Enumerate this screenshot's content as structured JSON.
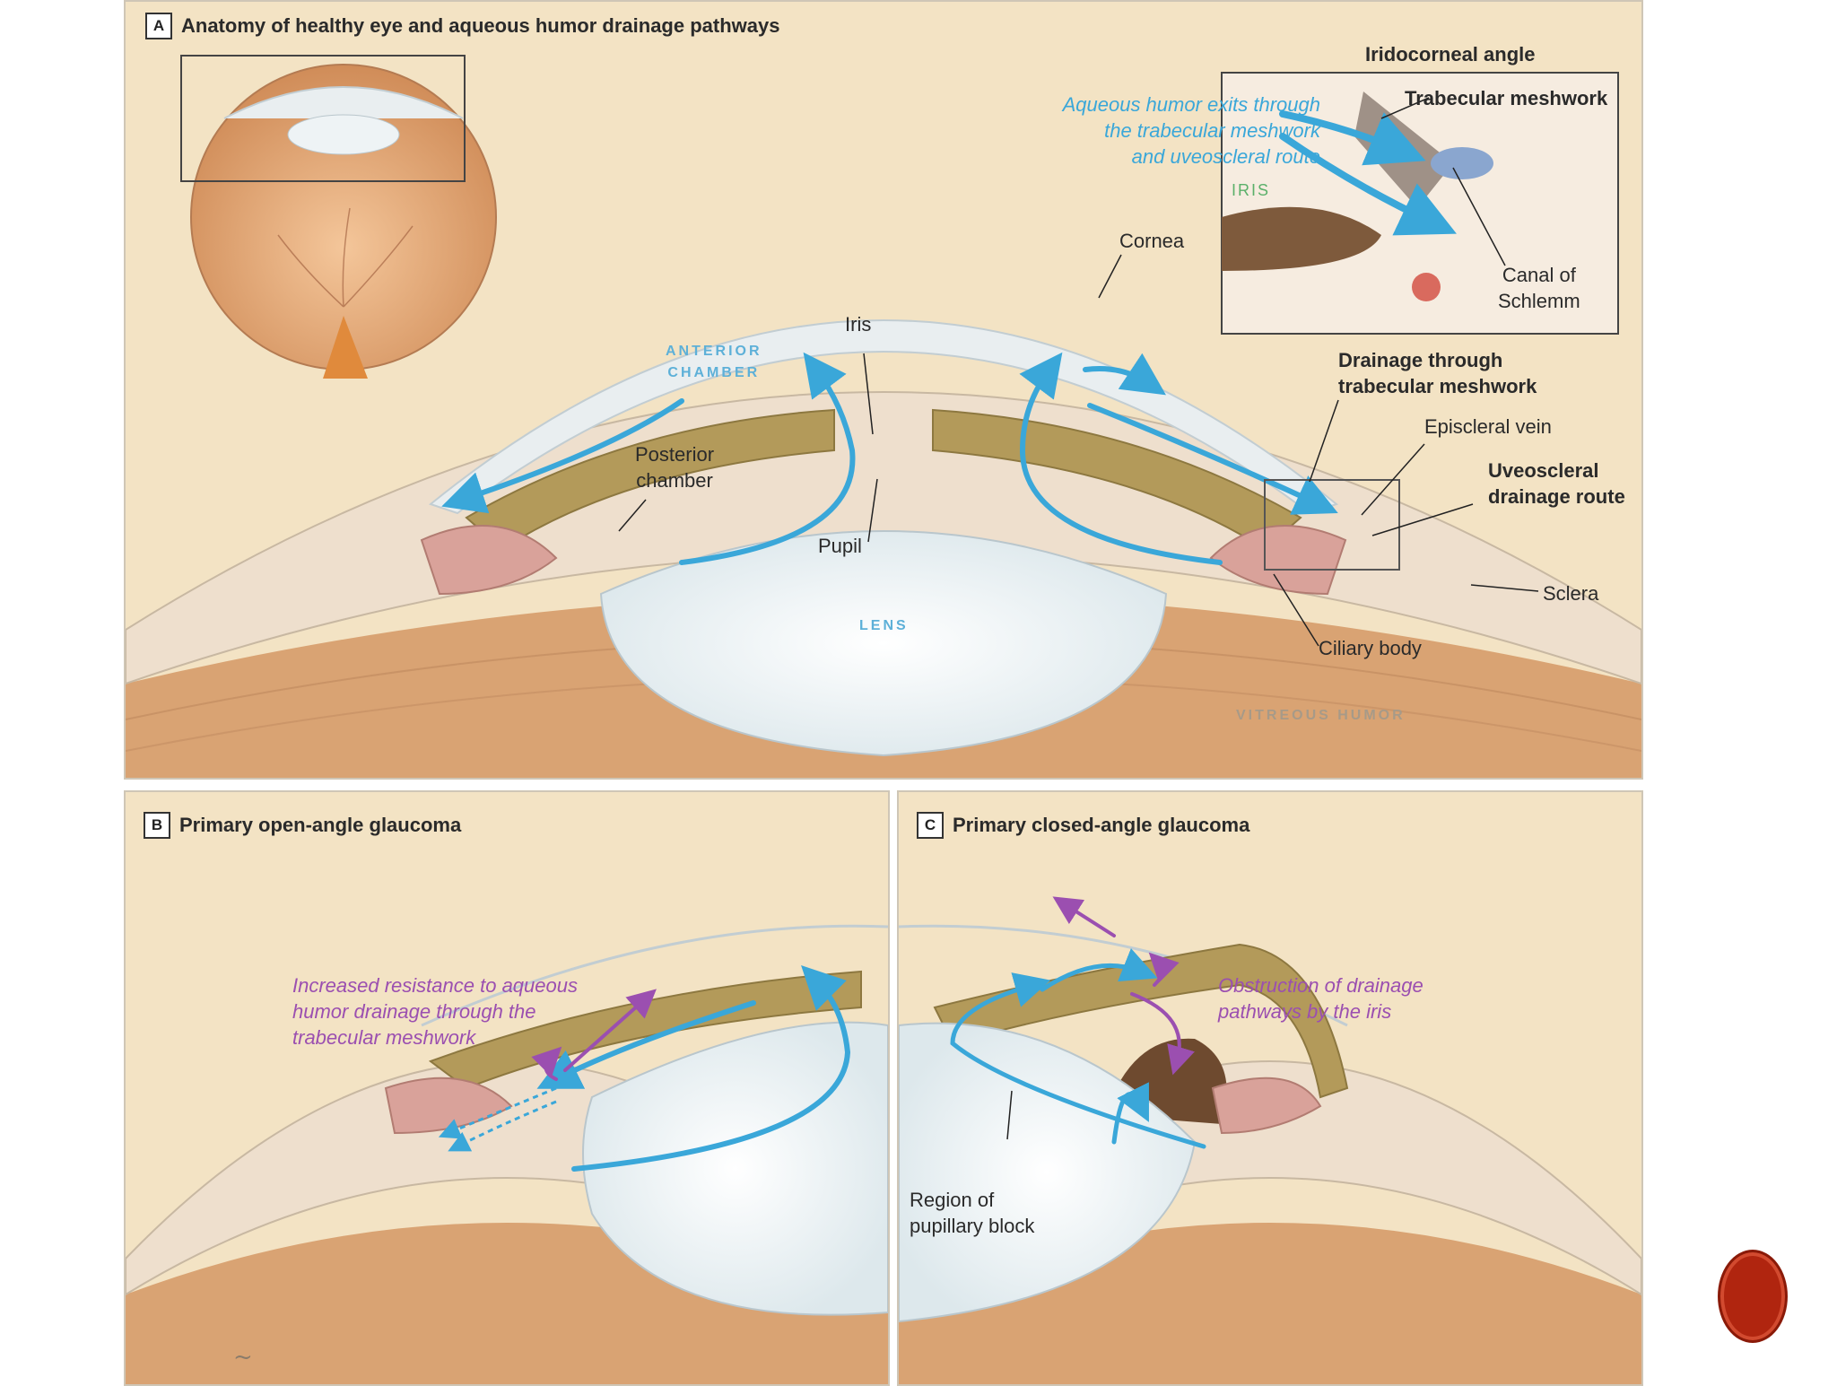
{
  "panel_a": {
    "badge": "A",
    "title": "Anatomy of healthy eye and aqueous humor drainage pathways",
    "inset_title": "Iridocorneal angle",
    "inset_iris": "IRIS",
    "trabecular_meshwork": "Trabecular meshwork",
    "canal_of_schlemm": [
      "Canal of",
      "Schlemm"
    ],
    "aqueous_exit": [
      "Aqueous humor exits through",
      "the trabecular meshwork",
      "and uveoscleral route"
    ],
    "cornea": "Cornea",
    "iris": "Iris",
    "anterior_chamber": [
      "ANTERIOR",
      "CHAMBER"
    ],
    "posterior_chamber": [
      "Posterior",
      "chamber"
    ],
    "pupil": "Pupil",
    "lens": "LENS",
    "drainage_trabecular": [
      "Drainage through",
      "trabecular meshwork"
    ],
    "episcleral_vein": "Episcleral vein",
    "uveoscleral": [
      "Uveoscleral",
      "drainage route"
    ],
    "sclera": "Sclera",
    "ciliary_body": "Ciliary body",
    "vitreous_humor": "VITREOUS HUMOR"
  },
  "panel_b": {
    "badge": "B",
    "title": "Primary open-angle glaucoma",
    "note": [
      "Increased resistance to aqueous",
      "humor drainage through the",
      "trabecular meshwork"
    ]
  },
  "panel_c": {
    "badge": "C",
    "title": "Primary closed-angle glaucoma",
    "note": [
      "Obstruction of drainage",
      "pathways by the iris"
    ],
    "pupillary_block": [
      "Region of",
      "pupillary block"
    ]
  },
  "colors": {
    "background": "#f3e3c4",
    "flow_arrow": "#3aa7d9",
    "resistance_arrow": "#9b4fb0",
    "nav_button": "#b0250f"
  },
  "icons": {
    "nav_button": "circle-button-icon"
  }
}
